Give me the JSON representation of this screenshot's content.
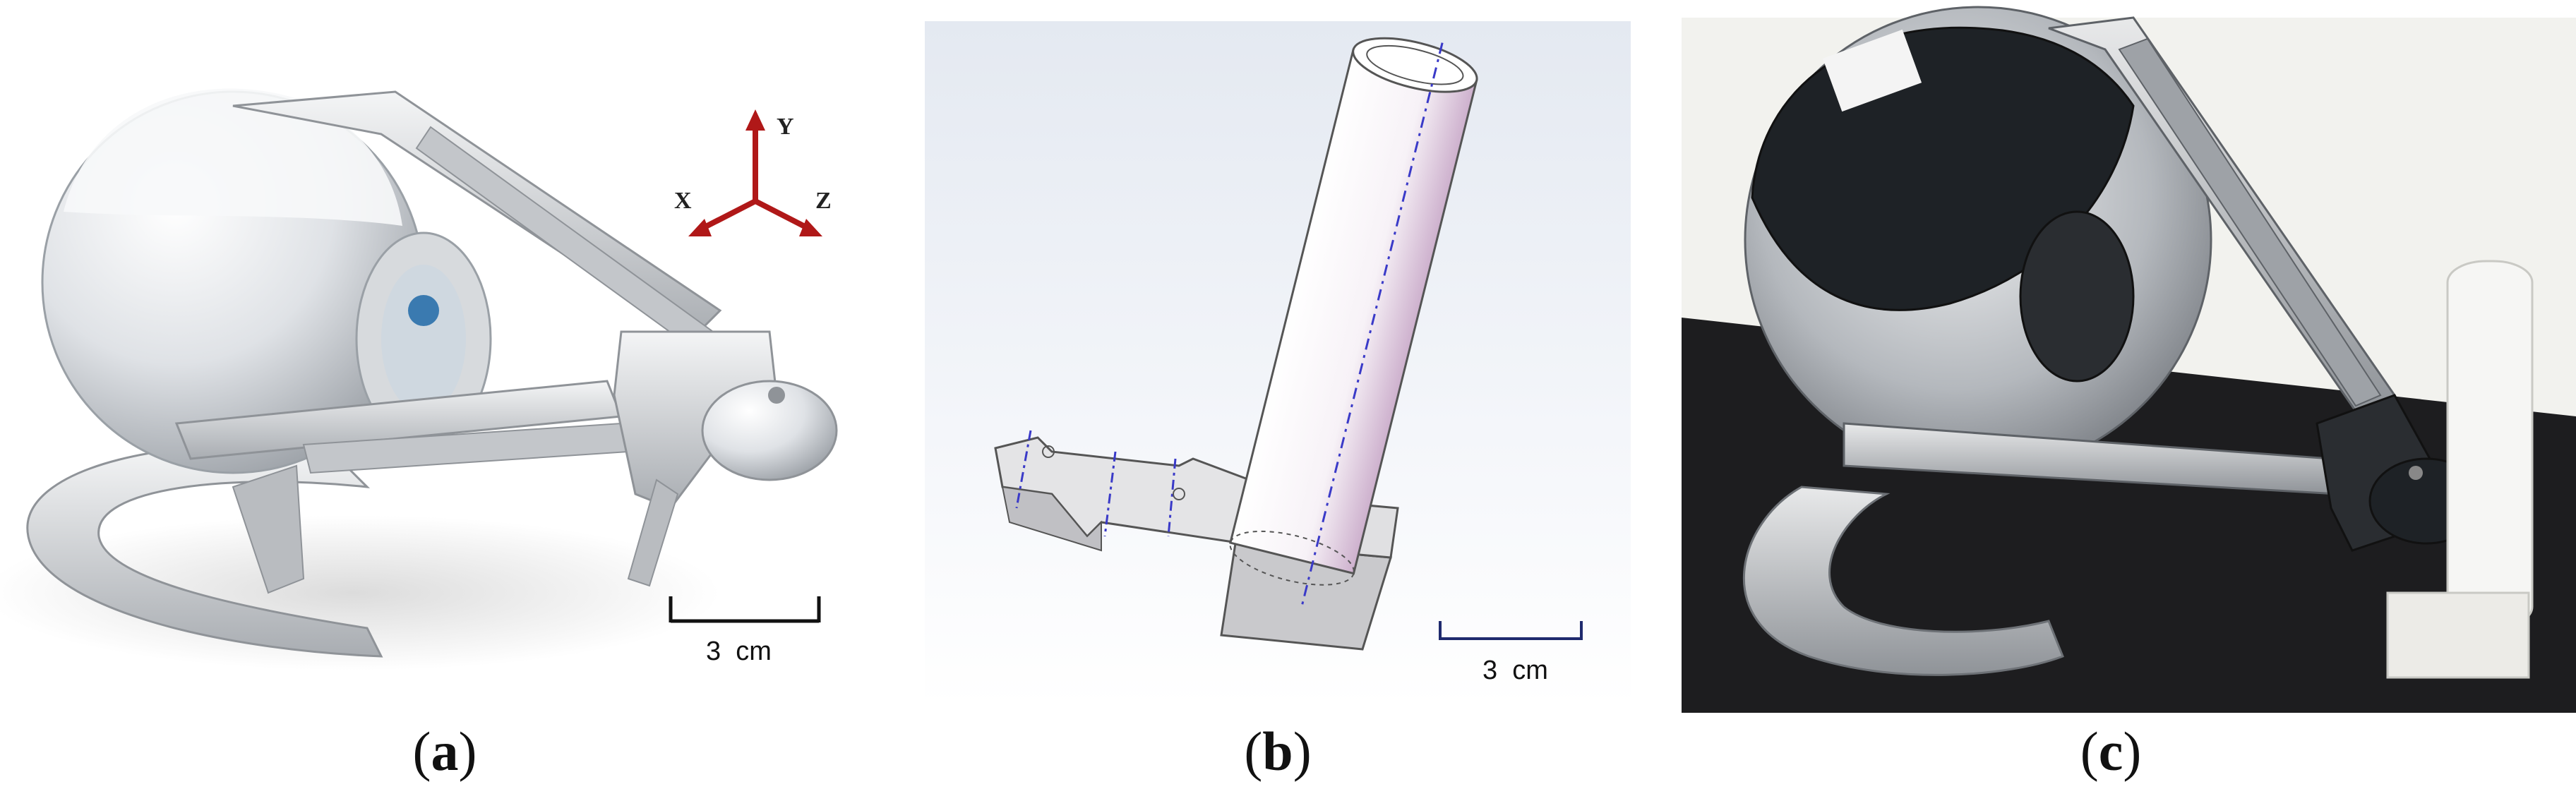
{
  "figure": {
    "panels": [
      {
        "id": "a",
        "label": "a",
        "scale_bar_label": "3  cm",
        "axes": {
          "x": "X",
          "y": "Y",
          "z": "Z"
        }
      },
      {
        "id": "b",
        "label": "b",
        "scale_bar_label": "3  cm"
      },
      {
        "id": "c",
        "label": "c"
      }
    ],
    "colors": {
      "axis_arrows": "#b01818",
      "device_silver": "#c9ccd0",
      "shell_dark": "#1e2226",
      "background_c": "#f2f2ee"
    }
  }
}
